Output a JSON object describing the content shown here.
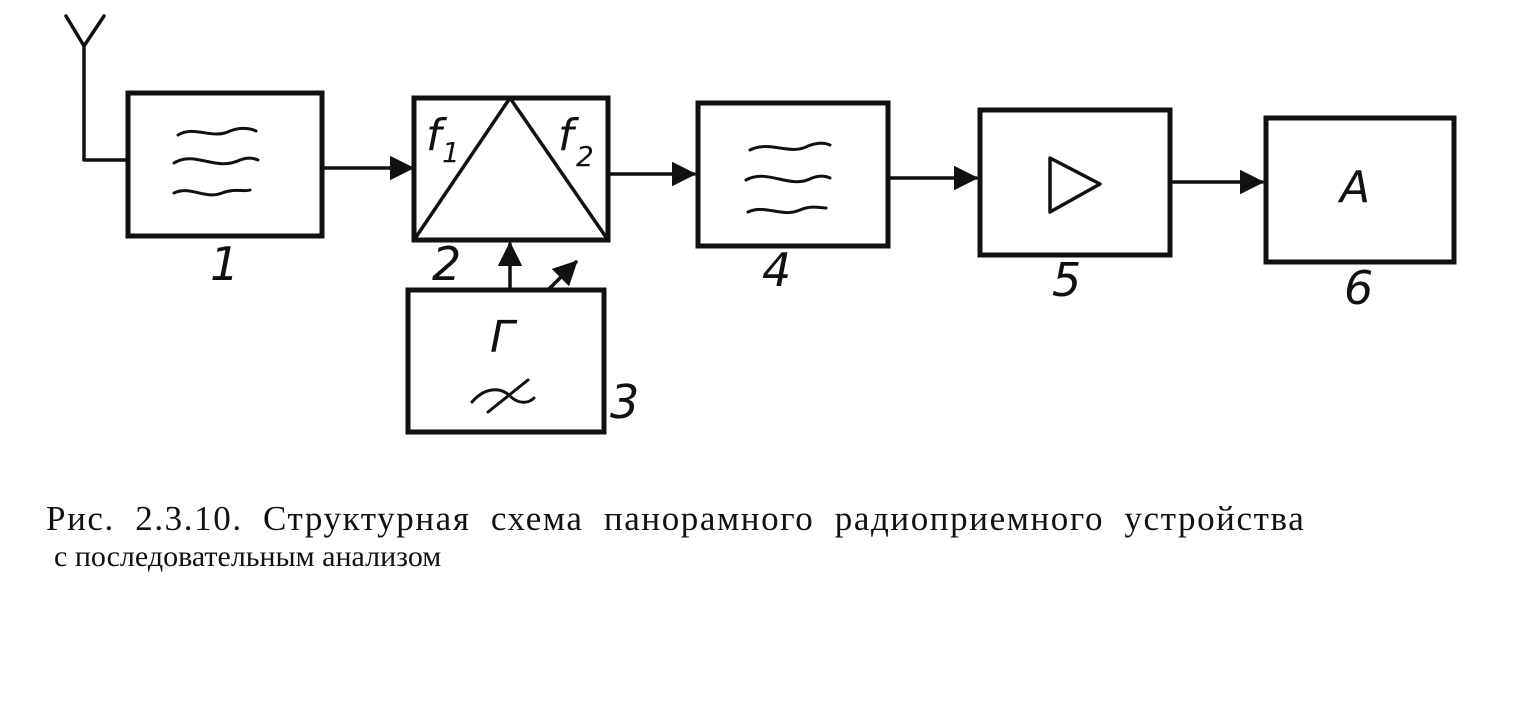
{
  "blocks": [
    {
      "number": "1"
    },
    {
      "number": "2",
      "input_label": "f",
      "input_sub": "1",
      "output_label": "f",
      "output_sub": "2"
    },
    {
      "number": "3",
      "label": "Г"
    },
    {
      "number": "4"
    },
    {
      "number": "5"
    },
    {
      "number": "6",
      "label": "A"
    }
  ],
  "caption": {
    "line1": "Рис. 2.3.10. Структурная схема панорамного радиоприемного устройства",
    "line2": "с последовательным анализом"
  },
  "colors": {
    "ink": "#111111",
    "paper": "#ffffff"
  }
}
